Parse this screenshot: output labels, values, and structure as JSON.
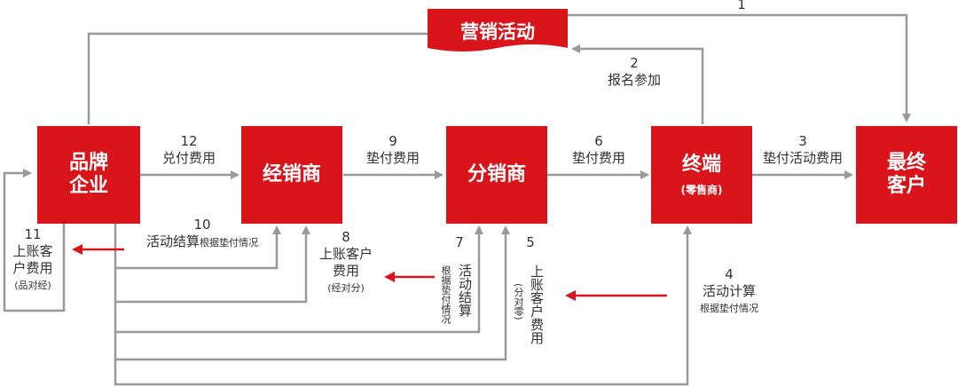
{
  "banner": {
    "label": "营销活动"
  },
  "nodes": {
    "brand": {
      "label": "品牌\n企业"
    },
    "distributor": {
      "label": "经销商"
    },
    "subdistributor": {
      "label": "分销商"
    },
    "terminal": {
      "label": "终端",
      "sub": "(零售商)"
    },
    "customer": {
      "label": "最终\n客户"
    }
  },
  "flows": {
    "f1": {
      "num": "1"
    },
    "f2": {
      "num": "2",
      "text": "报名参加"
    },
    "f3": {
      "num": "3",
      "text": "垫付活动费用"
    },
    "f4": {
      "num": "4",
      "text": "活动计算",
      "note": "根据垫付情况"
    },
    "f5": {
      "num": "5",
      "text": "上账客户费用",
      "note": "(分对零)"
    },
    "f6": {
      "num": "6",
      "text": "垫付费用"
    },
    "f7": {
      "num": "7",
      "text": "活动结算",
      "note": "根据垫付情况"
    },
    "f8": {
      "num": "8",
      "text1": "上账客户",
      "text2": "费用",
      "note": "(经对分)"
    },
    "f9": {
      "num": "9",
      "text": "垫付费用"
    },
    "f10": {
      "num": "10",
      "text": "活动结算",
      "note": "根据垫付情况"
    },
    "f11": {
      "num": "11",
      "text1": "上账客",
      "text2": "户费用",
      "note": "(品对经)"
    },
    "f12": {
      "num": "12",
      "text": "兑付费用"
    }
  },
  "colors": {
    "brand_red": "#d9141b",
    "line_gray": "#9a9a9a",
    "arrow_red": "#d9141b"
  }
}
